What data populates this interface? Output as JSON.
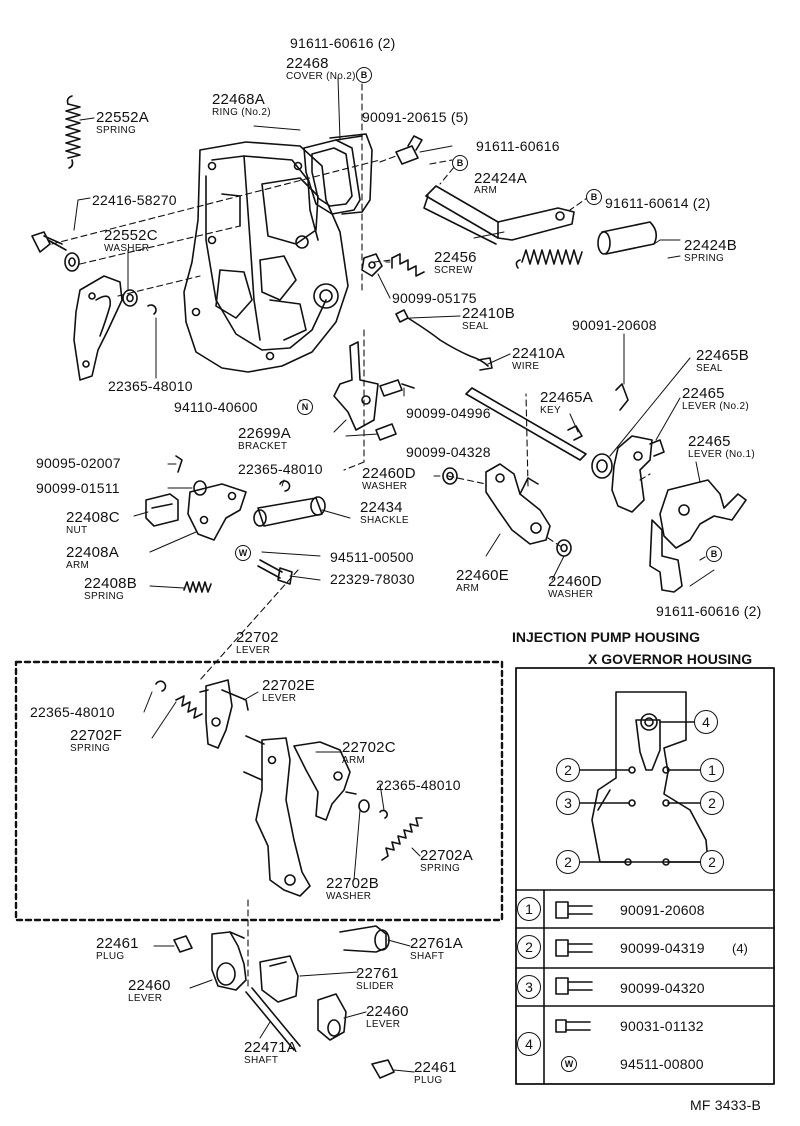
{
  "page_id": "MF 3433-B",
  "marks": {
    "b": "B",
    "n": "N",
    "w": "W"
  },
  "parts": {
    "p_91611_60616_2_top": {
      "number": "91611-60616 (2)"
    },
    "p_22468": {
      "number": "22468",
      "name": "COVER (No.2)"
    },
    "p_22468A": {
      "number": "22468A",
      "name": "RING (No.2)"
    },
    "p_90091_20615": {
      "number": "90091-20615 (5)"
    },
    "p_91611_60616": {
      "number": "91611-60616"
    },
    "p_22552A": {
      "number": "22552A",
      "name": "SPRING"
    },
    "p_22424A": {
      "number": "22424A",
      "name": "ARM"
    },
    "p_91611_60614": {
      "number": "91611-60614 (2)"
    },
    "p_22416": {
      "number": "22416-58270"
    },
    "p_22552C": {
      "number": "22552C",
      "name": "WASHER"
    },
    "p_22424B": {
      "number": "22424B",
      "name": "SPRING"
    },
    "p_22456": {
      "number": "22456",
      "name": "SCREW"
    },
    "p_90099_05175": {
      "number": "90099-05175"
    },
    "p_22410B": {
      "number": "22410B",
      "name": "SEAL"
    },
    "p_90091_20608": {
      "number": "90091-20608"
    },
    "p_22410A": {
      "number": "22410A",
      "name": "WIRE"
    },
    "p_22465B": {
      "number": "22465B",
      "name": "SEAL"
    },
    "p_22365_48010_a": {
      "number": "22365-48010"
    },
    "p_22465A": {
      "number": "22465A",
      "name": "KEY"
    },
    "p_22465_2": {
      "number": "22465",
      "name": "LEVER (No.2)"
    },
    "p_94110": {
      "number": "94110-40600"
    },
    "p_90099_04996": {
      "number": "90099-04996"
    },
    "p_22699A": {
      "number": "22699A",
      "name": "BRACKET"
    },
    "p_90099_04328": {
      "number": "90099-04328"
    },
    "p_22465_1": {
      "number": "22465",
      "name": "LEVER (No.1)"
    },
    "p_90095_02007": {
      "number": "90095-02007"
    },
    "p_22365_48010_b": {
      "number": "22365-48010"
    },
    "p_22460D_a": {
      "number": "22460D",
      "name": "WASHER"
    },
    "p_90099_01511": {
      "number": "90099-01511"
    },
    "p_22434": {
      "number": "22434",
      "name": "SHACKLE"
    },
    "p_22408C": {
      "number": "22408C",
      "name": "NUT"
    },
    "p_22408A": {
      "number": "22408A",
      "name": "ARM"
    },
    "p_94511_00500": {
      "number": "94511-00500"
    },
    "p_22460E": {
      "number": "22460E",
      "name": "ARM"
    },
    "p_22460D_b": {
      "number": "22460D",
      "name": "WASHER"
    },
    "p_22408B": {
      "number": "22408B",
      "name": "SPRING"
    },
    "p_22329": {
      "number": "22329-78030"
    },
    "p_91611_60616_2_bot": {
      "number": "91611-60616 (2)"
    },
    "p_22702": {
      "number": "22702",
      "name": "LEVER"
    },
    "p_22702E": {
      "number": "22702E",
      "name": "LEVER"
    },
    "p_22365_48010_c": {
      "number": "22365-48010"
    },
    "p_22702F": {
      "number": "22702F",
      "name": "SPRING"
    },
    "p_22702C": {
      "number": "22702C",
      "name": "ARM"
    },
    "p_22365_48010_d": {
      "number": "22365-48010"
    },
    "p_22702A": {
      "number": "22702A",
      "name": "SPRING"
    },
    "p_22702B": {
      "number": "22702B",
      "name": "WASHER"
    },
    "p_22461_a": {
      "number": "22461",
      "name": "PLUG"
    },
    "p_22761A": {
      "number": "22761A",
      "name": "SHAFT"
    },
    "p_22460_a": {
      "number": "22460",
      "name": "LEVER"
    },
    "p_22761": {
      "number": "22761",
      "name": "SLIDER"
    },
    "p_22460_b": {
      "number": "22460",
      "name": "LEVER"
    },
    "p_22471A": {
      "number": "22471A",
      "name": "SHAFT"
    },
    "p_22461_b": {
      "number": "22461",
      "name": "PLUG"
    }
  },
  "housing": {
    "title_line1": "INJECTION PUMP HOUSING",
    "title_line2": "X GOVERNOR HOUSING",
    "callouts": [
      "1",
      "2",
      "3",
      "4"
    ],
    "bolts": [
      {
        "no": "1",
        "part": "90091-20608",
        "count": ""
      },
      {
        "no": "2",
        "part": "90099-04319",
        "count": "(4)"
      },
      {
        "no": "3",
        "part": "90099-04320",
        "count": ""
      },
      {
        "no": "4",
        "part": "90031-01132",
        "count": ""
      },
      {
        "no": "4",
        "part": "94511-00800",
        "count": ""
      }
    ]
  }
}
